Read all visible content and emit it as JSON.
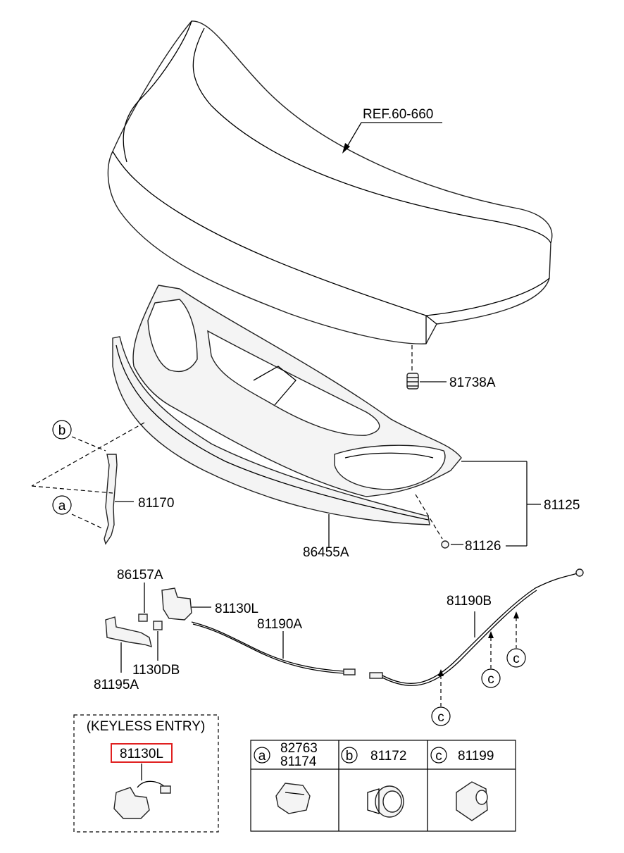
{
  "labels": {
    "ref": "REF.60-660",
    "p81738A": "81738A",
    "p81125": "81125",
    "p81126": "81126",
    "p86455A": "86455A",
    "p81170": "81170",
    "p86157A": "86157A",
    "p81130L": "81130L",
    "p81190A": "81190A",
    "p81190B": "81190B",
    "p1130DB": "1130DB",
    "p81195A": "81195A"
  },
  "callouts": {
    "a": "a",
    "b": "b",
    "c": "c"
  },
  "keyless": {
    "title": "(KEYLESS ENTRY)",
    "part": "81130L"
  },
  "legend": [
    {
      "letter": "a",
      "parts": [
        "82763",
        "81174"
      ]
    },
    {
      "letter": "b",
      "parts": [
        "81172"
      ]
    },
    {
      "letter": "c",
      "parts": [
        "81199"
      ]
    }
  ],
  "colors": {
    "highlight": "#e02020",
    "line": "#000000"
  }
}
